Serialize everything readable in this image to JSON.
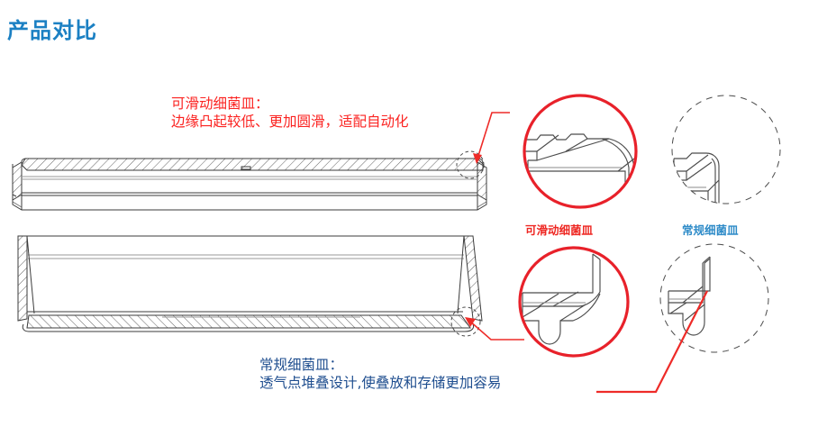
{
  "page": {
    "title": "产品对比",
    "background_color": "#ffffff",
    "title_color": "#1b80c3"
  },
  "colors": {
    "red": "#ee2722",
    "blue_light": "#2e8bc8",
    "blue_dark": "#1f4e8f",
    "line_gray": "#3b3b3b"
  },
  "annotations": {
    "sliding": {
      "line1": "可滑动细菌皿：",
      "line2": "边缘凸起较低、更加圆滑，适配自动化",
      "color": "#fb2321"
    },
    "regular": {
      "line1": "常规细菌皿：",
      "line2": "透气点堆叠设计,使叠放和存储更加容易",
      "color": "#1f4e8f"
    }
  },
  "detail_labels": {
    "sliding": "可滑动细菌皿",
    "regular": "常规细菌皿"
  },
  "drawings": {
    "lid": "sliding-petri-dish-lid-side-section",
    "base": "regular-petri-dish-base-side-section",
    "detail_top_left": "sliding-dish-rim-detail",
    "detail_top_right": "regular-dish-rim-detail",
    "detail_bottom_left": "sliding-dish-bottom-rim-detail",
    "detail_bottom_right": "regular-dish-bottom-rim-detail"
  }
}
